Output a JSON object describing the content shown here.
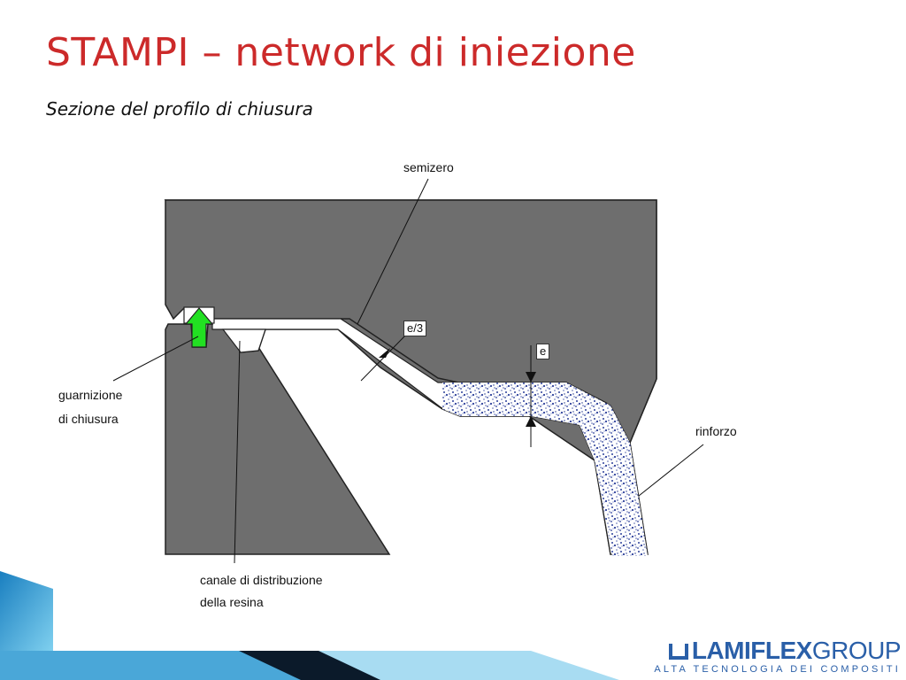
{
  "slide": {
    "title": "STAMPI – network di iniezione",
    "subtitle": "Sezione del profilo di chiusura"
  },
  "diagram": {
    "labels": {
      "semizero": "semizero",
      "e3": "e/3",
      "e": "e",
      "rinforzo": "rinforzo",
      "guarnizione_1": "guarnizione",
      "guarnizione_2": "di chiusura",
      "canale_1": "canale di distribuzione",
      "canale_2": "della resina"
    },
    "colors": {
      "mold": "#6e6e6e",
      "gasket": "#22e022",
      "reinforcement": "#2c3f9a",
      "title": "#cc2a2a"
    }
  },
  "logo": {
    "name_bold": "LAMIFLEX",
    "name_thin": "GROUP",
    "tagline": "ALTA TECNOLOGIA DEI COMPOSITI"
  }
}
